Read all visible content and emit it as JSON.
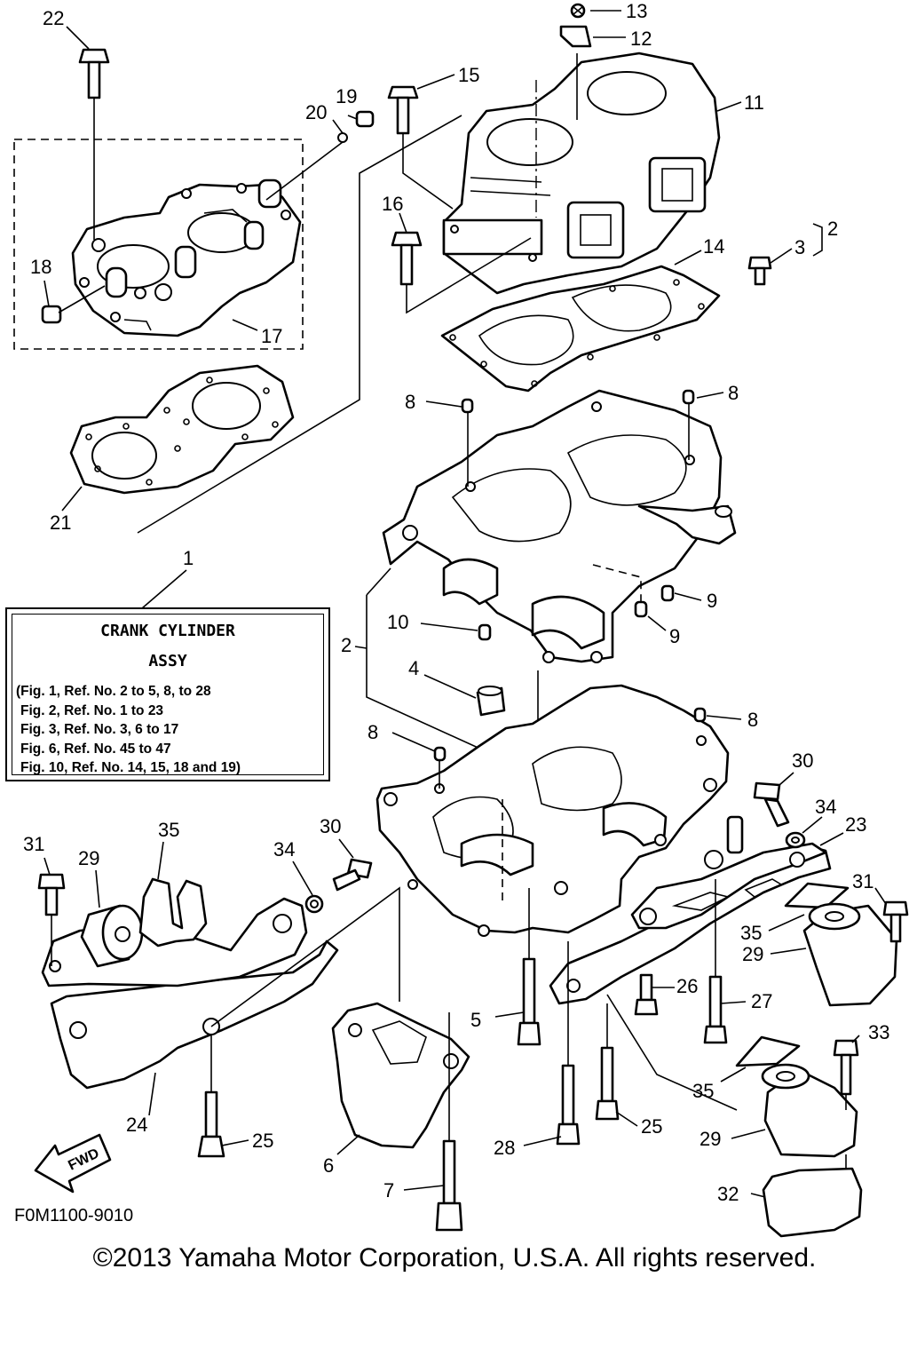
{
  "callouts": {
    "c1": "1",
    "c2a": "2",
    "c2b": "2",
    "c3": "3",
    "c4": "4",
    "c5": "5",
    "c6": "6",
    "c7": "7",
    "c8a": "8",
    "c8b": "8",
    "c8c": "8",
    "c8d": "8",
    "c9a": "9",
    "c9b": "9",
    "c10": "10",
    "c11": "11",
    "c12": "12",
    "c13": "13",
    "c14": "14",
    "c15": "15",
    "c16": "16",
    "c17": "17",
    "c18": "18",
    "c19": "19",
    "c20": "20",
    "c21": "21",
    "c22": "22",
    "c23": "23",
    "c24": "24",
    "c25a": "25",
    "c25b": "25",
    "c26": "26",
    "c27": "27",
    "c28": "28",
    "c29a": "29",
    "c29b": "29",
    "c29c": "29",
    "c30a": "30",
    "c30b": "30",
    "c31a": "31",
    "c31b": "31",
    "c32": "32",
    "c33": "33",
    "c34a": "34",
    "c34b": "34",
    "c35a": "35",
    "c35b": "35",
    "c35c": "35"
  },
  "info_box": {
    "title_line1": "CRANK CYLINDER",
    "title_line2": "ASSY",
    "lines": [
      "(Fig. 1, Ref. No. 2 to 5, 8, to 28",
      "Fig. 2, Ref. No. 1 to 23",
      "Fig. 3, Ref. No. 3, 6 to 17",
      "Fig. 6, Ref. No. 45 to 47",
      "Fig. 10, Ref. No. 14, 15, 18 and 19)"
    ]
  },
  "fwd_label": "FWD",
  "figure_code": "F0M1100-9010",
  "copyright": "©2013 Yamaha Motor Corporation, U.S.A. All rights reserved.",
  "icons": {
    "fwd": "fwd-arrow-icon"
  }
}
